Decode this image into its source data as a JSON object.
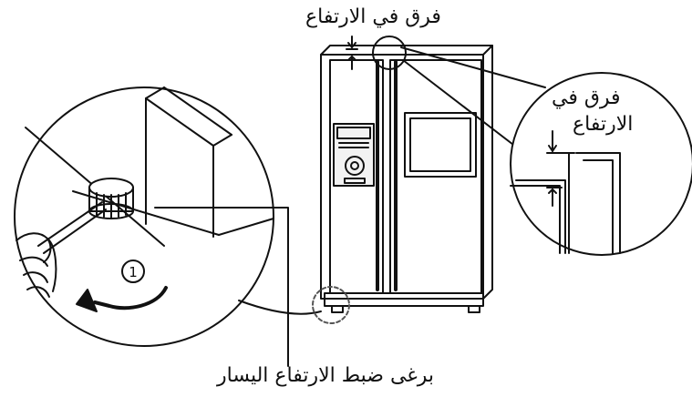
{
  "labels": {
    "top_height_difference": "فرق في الارتفاع",
    "zoom_height_difference_line1": "فرق في",
    "zoom_height_difference_line2": "الارتفاع",
    "left_height_adjust_screw": "برغى ضبط الارتفاع اليسار"
  },
  "step_marker": "①",
  "colors": {
    "ink": "#111111",
    "paper": "#ffffff",
    "panel": "#f2f2f2",
    "dashed_callout": "#555555"
  },
  "icons": [
    "refrigerator",
    "dispenser-panel",
    "adjust-screw",
    "screwdriver",
    "hand",
    "rotation-arrow",
    "magnifier-circle",
    "height-gap-arrows"
  ]
}
